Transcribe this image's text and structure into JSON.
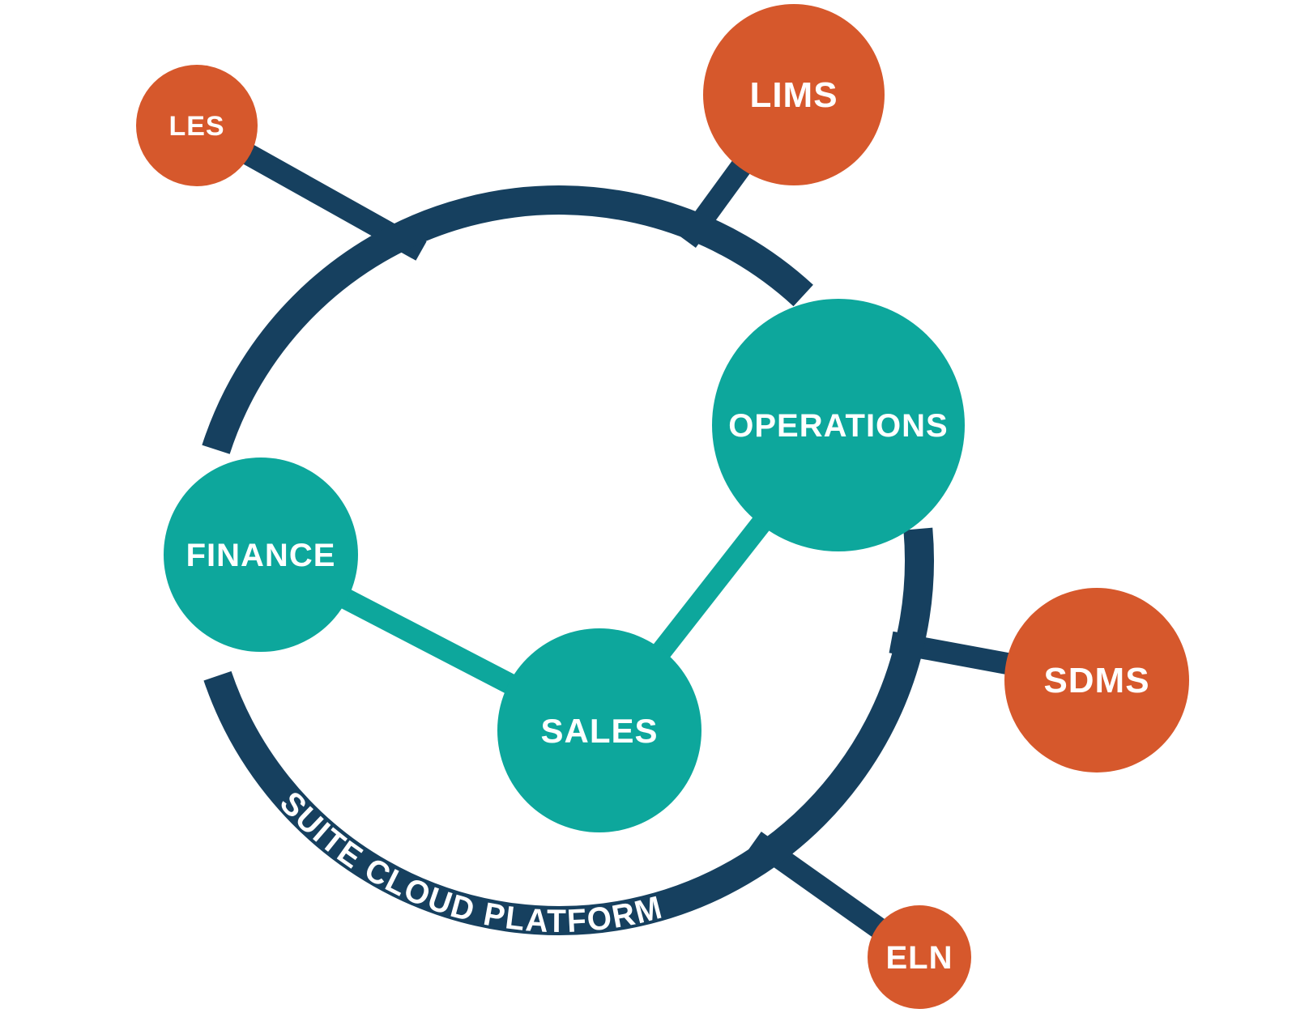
{
  "colors": {
    "navy": "#16405F",
    "teal": "#0DA79C",
    "orange": "#D6582C",
    "label_text": "#FFFFFF",
    "background": "#FFFFFF"
  },
  "platform": {
    "ring_label": "SUITE CLOUD PLATFORM"
  },
  "modules": {
    "operations": {
      "label": "OPERATIONS"
    },
    "finance": {
      "label": "FINANCE"
    },
    "sales": {
      "label": "SALES"
    }
  },
  "integrations": {
    "les": {
      "label": "LES"
    },
    "lims": {
      "label": "LIMS"
    },
    "sdms": {
      "label": "SDMS"
    },
    "eln": {
      "label": "ELN"
    }
  }
}
